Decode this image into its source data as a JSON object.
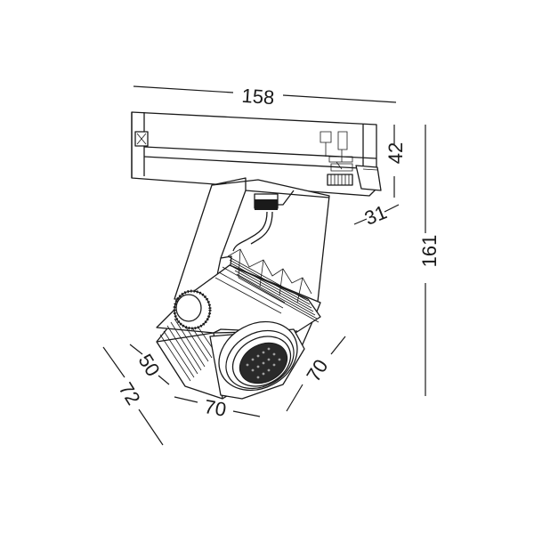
{
  "dimensions": {
    "width": "158",
    "height": "161",
    "adapter_height": "42",
    "adapter_depth": "31",
    "head_depth_inner": "50",
    "head_depth_outer": "72",
    "head_width": "70",
    "head_height": "70"
  },
  "colors": {
    "stroke": "#1a1a1a",
    "background": "#ffffff",
    "lens": "#2a2a2a"
  }
}
